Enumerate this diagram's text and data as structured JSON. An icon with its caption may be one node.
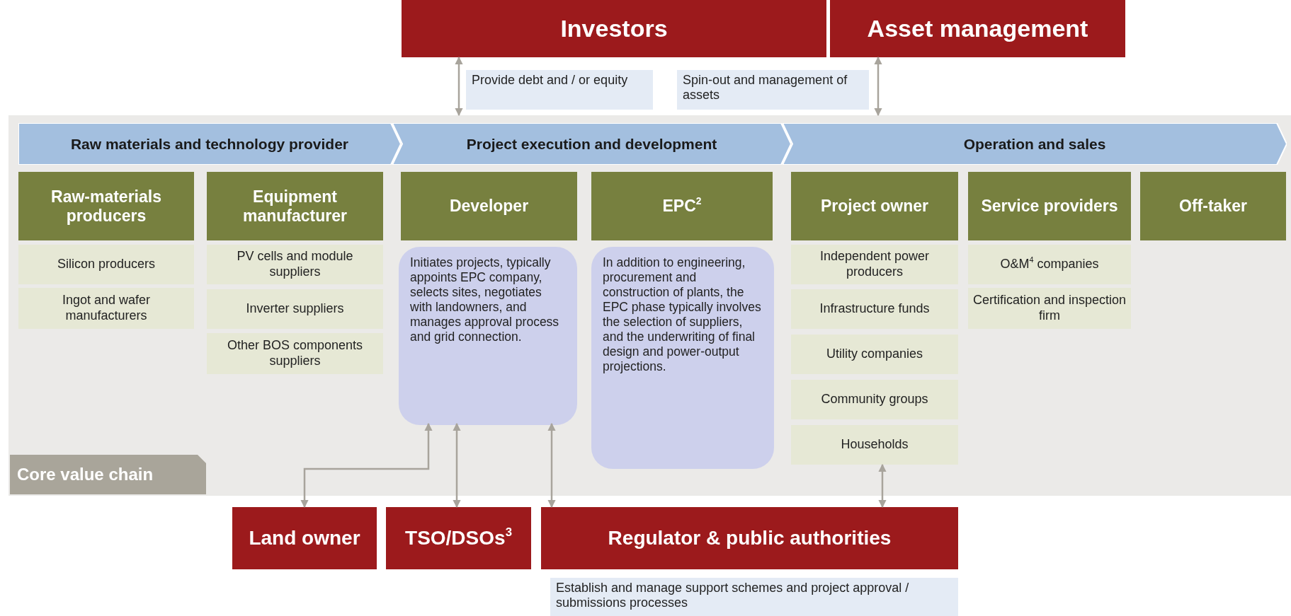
{
  "diagram": {
    "nodes": [
      {
        "text": [
          "Investors"
        ]
      },
      {
        "text": [
          "Asset management"
        ]
      },
      {
        "text": [
          "Core value chain"
        ]
      },
      {
        "text": [
          "Raw materials and technology provider"
        ],
        "in": 2
      },
      {
        "text": [
          "Project execution and development"
        ],
        "in": 2
      },
      {
        "text": [
          "Operation and sales"
        ],
        "in": 2
      },
      {
        "text": [
          "Raw-materials producers"
        ],
        "in": 2
      },
      {
        "text": [
          "Silicon producers"
        ],
        "in": 2
      },
      {
        "text": [
          "Ingot and wafer manufacturers"
        ],
        "in": 2
      },
      {
        "text": [
          "Equipment manufacturer"
        ],
        "in": 2
      },
      {
        "text": [
          "PV cells and module suppliers"
        ],
        "in": 2
      },
      {
        "text": [
          "Inverter suppliers"
        ],
        "in": 2
      },
      {
        "text": [
          "Other BOS components suppliers"
        ],
        "in": 2
      },
      {
        "text": [
          "Developer"
        ],
        "in": 2
      },
      {
        "text": [
          "Initiates projects, typically appoints EPC company, selects sites, negotiates with landowners, and manages approval process and grid connection."
        ],
        "in": 2
      },
      {
        "text": [
          "EPC$^{2}$"
        ],
        "in": 2
      },
      {
        "text": [
          "In addition to engineering, procurement and construction of plants, the EPC phase typically involves the selection of suppliers, and the underwriting of final design and power-output projections."
        ],
        "in": 2
      },
      {
        "text": [
          "Project owner"
        ],
        "in": 2
      },
      {
        "text": [
          "Independent power producers"
        ],
        "in": 2
      },
      {
        "text": [
          "Infrastructure funds"
        ],
        "in": 2
      },
      {
        "text": [
          "Utility companies"
        ],
        "in": 2
      },
      {
        "text": [
          "Community groups"
        ],
        "in": 2
      },
      {
        "text": [
          "Households"
        ],
        "in": 2
      },
      {
        "text": [
          "Service providers"
        ],
        "in": 2
      },
      {
        "text": [
          "O&M$^{4}$ companies"
        ],
        "in": 2
      },
      {
        "text": [
          "Certification and inspection firm"
        ],
        "in": 2
      },
      {
        "text": [
          "Off-taker"
        ],
        "in": 2
      },
      {
        "text": [
          "Land owner"
        ]
      },
      {
        "text": [
          "TSO/DSOs$^{3}$"
        ]
      },
      {
        "text": [
          "Regulator & public authorities"
        ]
      }
    ],
    "edges": [
      {
        "from": 0,
        "to": 2,
        "arrow": "both"
      },
      {
        "from": 1,
        "to": 2,
        "arrow": "both"
      },
      {
        "from": 14,
        "to": 27,
        "arrow": "both"
      },
      {
        "from": 14,
        "to": 28,
        "arrow": "both"
      },
      {
        "from": 14,
        "to": 29,
        "arrow": "both"
      },
      {
        "from": 22,
        "to": 29,
        "arrow": "both"
      }
    ],
    "labels": [
      "Provide debt and / or equity",
      "Spin-out and management of assets",
      "Establish and manage support schemes and project approval / submissions processes"
    ]
  }
}
